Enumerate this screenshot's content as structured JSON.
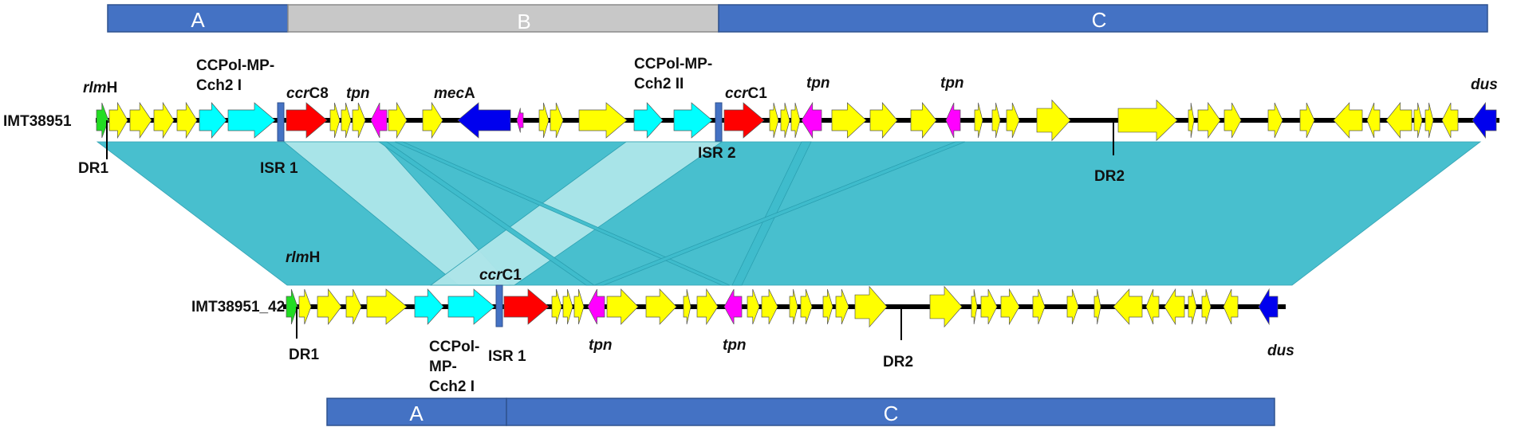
{
  "colors": {
    "segment_A": "#4472c4",
    "segment_B": "#c8c8c8",
    "segment_C": "#4472c4",
    "homology_dark": "#3fbccc",
    "homology_light": "#aee6ea",
    "gene_yellow": "#ffff00",
    "gene_cyan": "#00ffff",
    "gene_red": "#ff0000",
    "gene_magenta": "#ff00ff",
    "gene_blue": "#0000ee",
    "gene_green": "#22dd22",
    "isr_box": "#4472c4",
    "backbone": "#000000"
  },
  "top_segments": [
    {
      "label": "A",
      "color": "#4472c4"
    },
    {
      "label": "B",
      "color": "#c8c8c8"
    },
    {
      "label": "C",
      "color": "#4472c4"
    }
  ],
  "bottom_segments": [
    {
      "label": "A",
      "color": "#4472c4"
    },
    {
      "label": "C",
      "color": "#4472c4"
    }
  ],
  "tracks": {
    "top": {
      "name": "IMT38951"
    },
    "bottom": {
      "name": "IMT38951_42"
    }
  },
  "top_labels": {
    "rlmH_italic": "rlm",
    "rlmH_plain": "H",
    "ccpol1_line1": "CCPol-MP-",
    "ccpol1_line2": "Cch2 I",
    "ccrC8_italic": "ccr",
    "ccrC8_plain": "C8",
    "tpn1": "tpn",
    "mecA_italic": "mec",
    "mecA_plain": "A",
    "ccpol2_line1": "CCPol-MP-",
    "ccpol2_line2": "Cch2 II",
    "ccrC1_italic": "ccr",
    "ccrC1_plain": "C1",
    "tpn2": "tpn",
    "tpn3": "tpn",
    "dus": "dus",
    "DR1": "DR1",
    "ISR1": "ISR 1",
    "ISR2": "ISR 2",
    "DR2": "DR2"
  },
  "bottom_labels": {
    "rlmH_italic": "rlm",
    "rlmH_plain": "H",
    "ccrC1_italic": "ccr",
    "ccrC1_plain": "C1",
    "DR1": "DR1",
    "ccpol_line1": "CCPol-",
    "ccpol_line2": "MP-",
    "ccpol_line3": "Cch2 I",
    "ISR1": "ISR 1",
    "tpn1": "tpn",
    "tpn2": "tpn",
    "DR2": "DR2",
    "dus": "dus"
  }
}
